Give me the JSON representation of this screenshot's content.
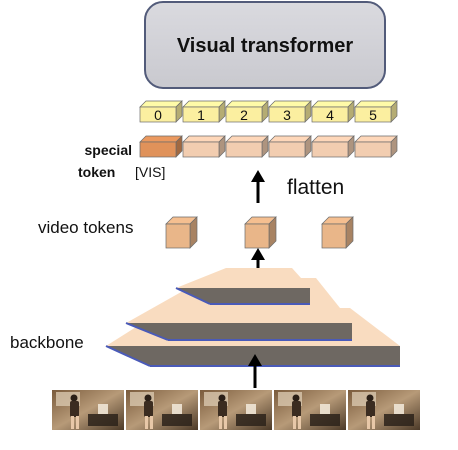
{
  "transformer": {
    "label": "Visual transformer"
  },
  "position_tokens": [
    "0",
    "1",
    "2",
    "3",
    "4",
    "5"
  ],
  "special_token": {
    "line1": "special",
    "line2": "token",
    "tag": "[VIS]"
  },
  "flatten_label": "flatten",
  "video_tokens_label": "video tokens",
  "backbone_label": "backbone",
  "frames_count": 5,
  "colors": {
    "box_fill": "#d4d4d8",
    "box_stroke": "#525b7a",
    "pos_token_fill": "#fbefa0",
    "special_token_fill": "#e0925a",
    "token_fill": "#f2cdb0",
    "video_token_fill": "#e9b689",
    "pyramid_top": "#f9dcc0",
    "pyramid_side": "#6e6862",
    "pyramid_edge": "#4a5ab8"
  }
}
